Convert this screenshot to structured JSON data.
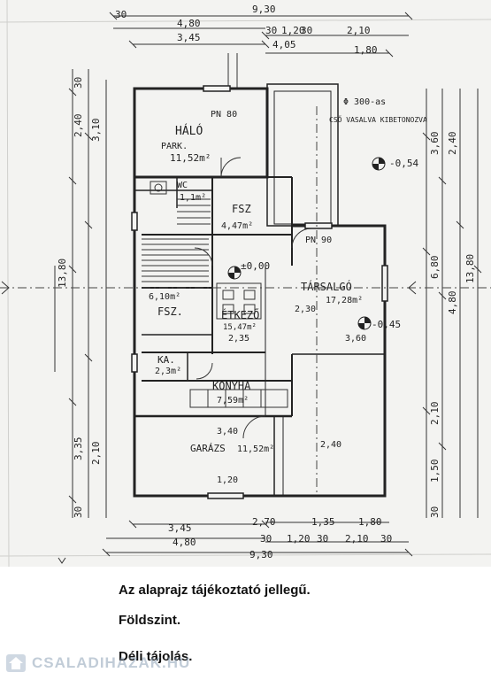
{
  "plan": {
    "dims_top": [
      "9,30",
      "4,80",
      "3,45",
      "30",
      "1,20",
      "30",
      "2,10",
      "30",
      "4,05",
      "1,80"
    ],
    "dims_bottom": [
      "3,45",
      "2,70",
      "1,35",
      "1,80",
      "4,80",
      "30",
      "1,20",
      "30",
      "2,10",
      "30",
      "9,30"
    ],
    "dims_left": [
      "30",
      "2,40",
      "3,10",
      "13,80",
      "3,35",
      "2,10",
      "30"
    ],
    "dims_right": [
      "3,60",
      "2,40",
      "6,80",
      "13,80",
      "4,80",
      "2,10",
      "1,50",
      "30"
    ],
    "rooms": {
      "halo": "HÁLÓ",
      "halo_area": "11,52m²",
      "halo_pn": "PN 80",
      "parketta": "PARK.",
      "wc": "WC",
      "wc_area": "1,1m²",
      "fsz_top": "FSZ",
      "fsz_top_area": "4,47m²",
      "tarsalgo": "TÁRSALGÓ",
      "tarsalgo_area": "17,28m²",
      "tarsalgo_pn": "PN 90",
      "fsz_left": "FSZ.",
      "fsz_left_area": "6,10m²",
      "etkezo": "ÉTKEZŐ",
      "etkezo_area": "15,47m²",
      "ka": "KA.",
      "ka_area": "2,3m²",
      "konyha": "KONYHA",
      "konyha_area": "7,59m²",
      "garazs": "GARÁZS",
      "garazs_area": "11,52m²"
    },
    "notes": {
      "pillar": "Φ 300-as",
      "pillar_note": "CSŐ VASALVA KIBETONOZVA",
      "level_minus": "-0,54",
      "level_zero": "±0,00",
      "level_minus2": "-0,45",
      "m_235": "2,35",
      "m_230": "2,30",
      "m_360": "3,60",
      "m_340": "3,40",
      "m_240": "2,40",
      "m_120": "1,20"
    }
  },
  "captions": {
    "line1": "Az alaprajz tájékoztató jellegű.",
    "line2": "Földszint.",
    "line3": "Déli tájolás."
  },
  "watermark": {
    "text": "CSALADIHAZAK.HU",
    "icon": "house-logo-icon"
  }
}
